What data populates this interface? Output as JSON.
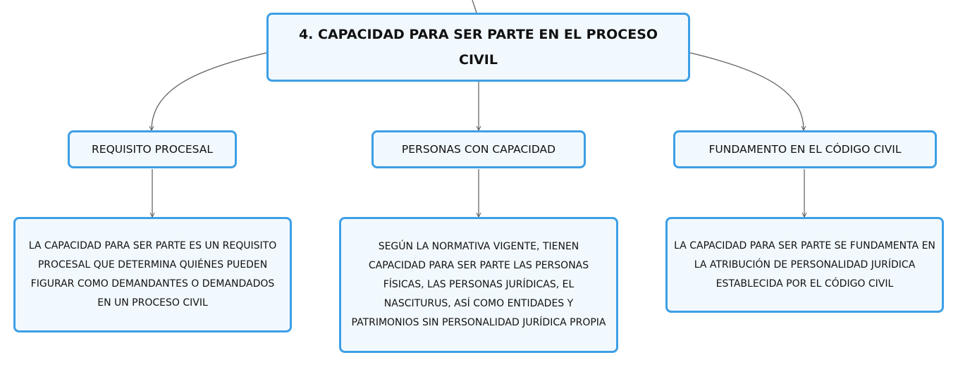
{
  "colors": {
    "node_border": "#3d9fe6",
    "node_fill": "#f2f9fe",
    "connector": "#5b5b5b",
    "text": "#111111"
  },
  "root": {
    "label": "4. CAPACIDAD PARA SER PARTE EN EL PROCESO CIVIL"
  },
  "branches": [
    {
      "label": "REQUISITO PROCESAL",
      "detail": "LA CAPACIDAD PARA SER PARTE ES UN REQUISITO PROCESAL QUE DETERMINA QUIÉNES PUEDEN FIGURAR COMO DEMANDANTES O DEMANDADOS EN UN PROCESO CIVIL"
    },
    {
      "label": "PERSONAS CON CAPACIDAD",
      "detail": "SEGÚN LA NORMATIVA VIGENTE, TIENEN CAPACIDAD PARA SER PARTE LAS PERSONAS FÍSICAS, LAS PERSONAS JURÍDICAS, EL NASCITURUS, ASÍ COMO ENTIDADES Y PATRIMONIOS SIN PERSONALIDAD JURÍDICA PROPIA"
    },
    {
      "label": "FUNDAMENTO EN EL CÓDIGO CIVIL",
      "detail": "LA CAPACIDAD PARA SER PARTE SE FUNDAMENTA EN LA ATRIBUCIÓN DE PERSONALIDAD JURÍDICA ESTABLECIDA POR EL CÓDIGO CIVIL"
    }
  ]
}
